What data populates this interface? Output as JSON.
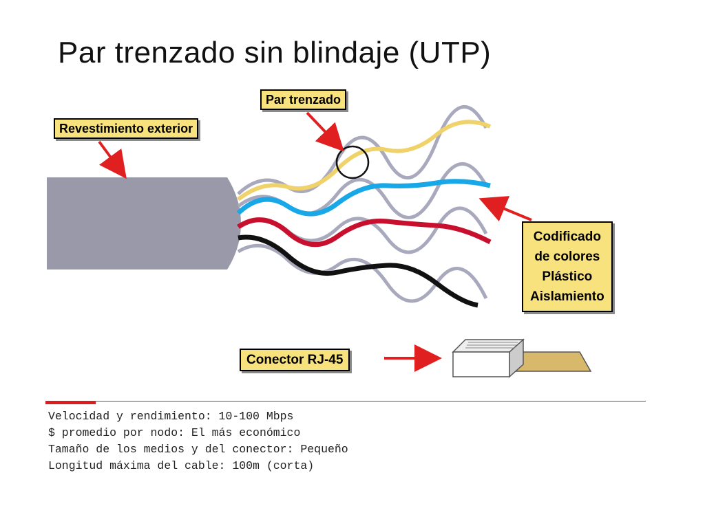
{
  "title": "Par trenzado sin blindaje (UTP)",
  "labels": {
    "twisted_pair": "Par trenzado",
    "outer_jacket": "Revestimiento exterior",
    "color_coding": [
      "Codificado",
      "de colores",
      "Plástico",
      "Aislamiento"
    ],
    "connector": "Conector RJ-45"
  },
  "specs": [
    "Velocidad y rendimiento: 10-100 Mbps",
    "$ promedio por nodo: El más económico",
    "Tamaño de los medios y del conector: Pequeño",
    "Longitud máxima del cable: 100m (corta)"
  ],
  "colors": {
    "label_bg": "#f7e27e",
    "arrow": "#e02020",
    "jacket": "#9999aa",
    "wire_yellow": "#f0d26a",
    "wire_blue": "#18a8e8",
    "wire_red": "#c8102e",
    "wire_black": "#111111",
    "wire_gray": "#a9a9bd"
  },
  "icons": [
    "magnifier-circle-icon",
    "arrow-icon",
    "rj45-connector-icon"
  ]
}
